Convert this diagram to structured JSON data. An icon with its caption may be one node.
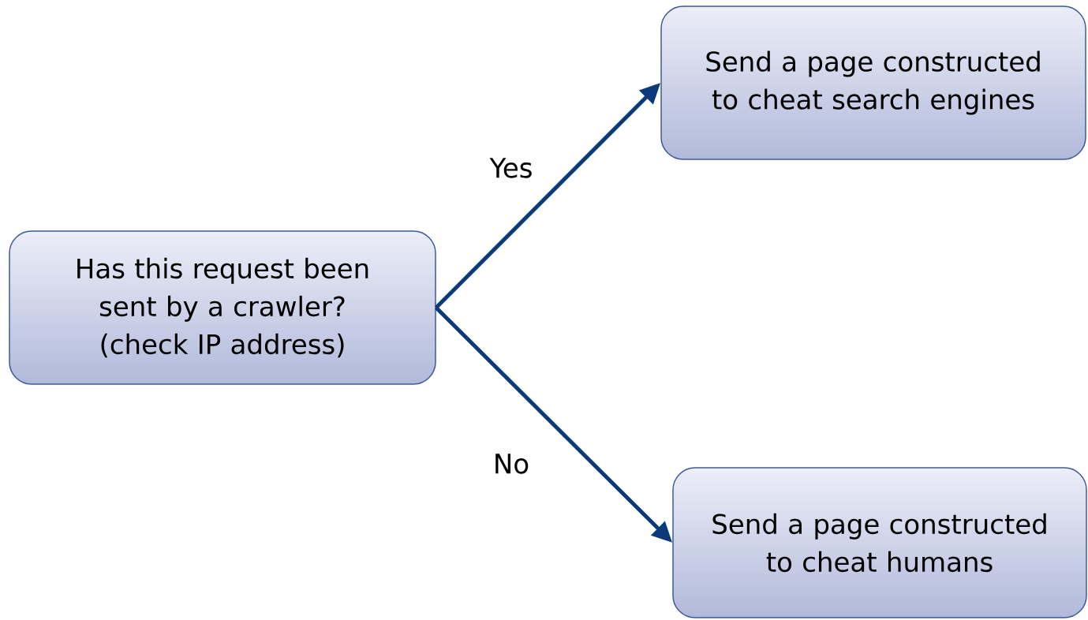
{
  "diagram": {
    "nodes": [
      {
        "text": [
          "Has this request been sent by a crawler? (check IP address)"
        ]
      },
      {
        "text": [
          "Send a page constructed to cheat search engines"
        ]
      },
      {
        "text": [
          "Send a page constructed to cheat humans"
        ]
      }
    ],
    "edges": [
      {
        "from": 0,
        "to": 1,
        "arrow": "to",
        "label": "Yes"
      },
      {
        "from": 0,
        "to": 2,
        "arrow": "to",
        "label": "No"
      }
    ]
  }
}
